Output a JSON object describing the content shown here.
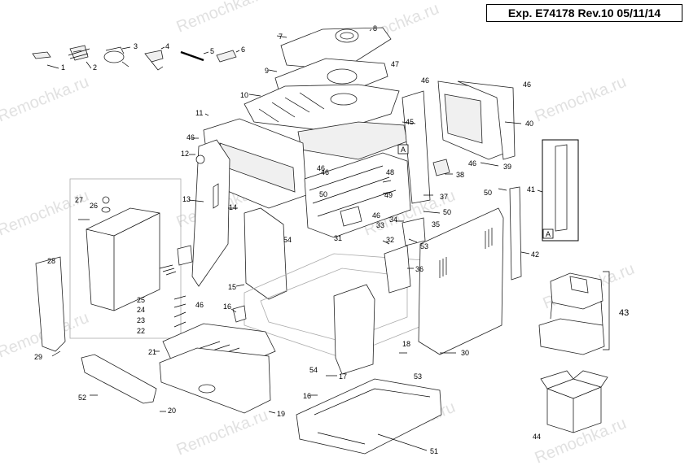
{
  "header": {
    "exp_label": "Exp. E74178 Rev.10 05/11/14"
  },
  "watermark": "Remochka.ru",
  "callout_a": "A",
  "part_numbers": [
    "1",
    "2",
    "3",
    "4",
    "5",
    "6",
    "7",
    "8",
    "9",
    "10",
    "11",
    "12",
    "13",
    "14",
    "15",
    "16",
    "16",
    "17",
    "18",
    "19",
    "20",
    "21",
    "22",
    "23",
    "24",
    "25",
    "26",
    "27",
    "28",
    "29",
    "30",
    "31",
    "32",
    "33",
    "34",
    "35",
    "36",
    "37",
    "38",
    "39",
    "40",
    "41",
    "42",
    "43",
    "44",
    "45",
    "46",
    "46",
    "46",
    "46",
    "46",
    "46",
    "46",
    "46",
    "47",
    "48",
    "49",
    "50",
    "50",
    "50",
    "51",
    "52",
    "53",
    "53",
    "54",
    "54"
  ]
}
